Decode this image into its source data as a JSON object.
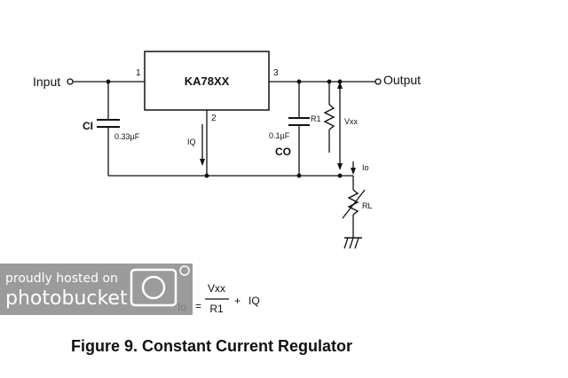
{
  "diagram": {
    "input_label": "Input",
    "output_label": "Output",
    "ic_label": "KA78XX",
    "pin1": "1",
    "pin2": "2",
    "pin3": "3",
    "ci_label": "CI",
    "ci_value": "0.33µF",
    "co_label": "CO",
    "co_value": "0.1µF",
    "r1_label": "R1",
    "vxx_label": "Vxx",
    "iq_label": "IQ",
    "io_label": "Io",
    "rl_label": "RL"
  },
  "formula": {
    "lhs": "Io",
    "equals": "=",
    "numerator": "Vxx",
    "denominator": "R1",
    "plus": "+",
    "term": "IQ"
  },
  "watermark": {
    "line1": "proudly hosted on",
    "line2": "photobucket"
  },
  "caption": "Figure 9. Constant Current Regulator"
}
